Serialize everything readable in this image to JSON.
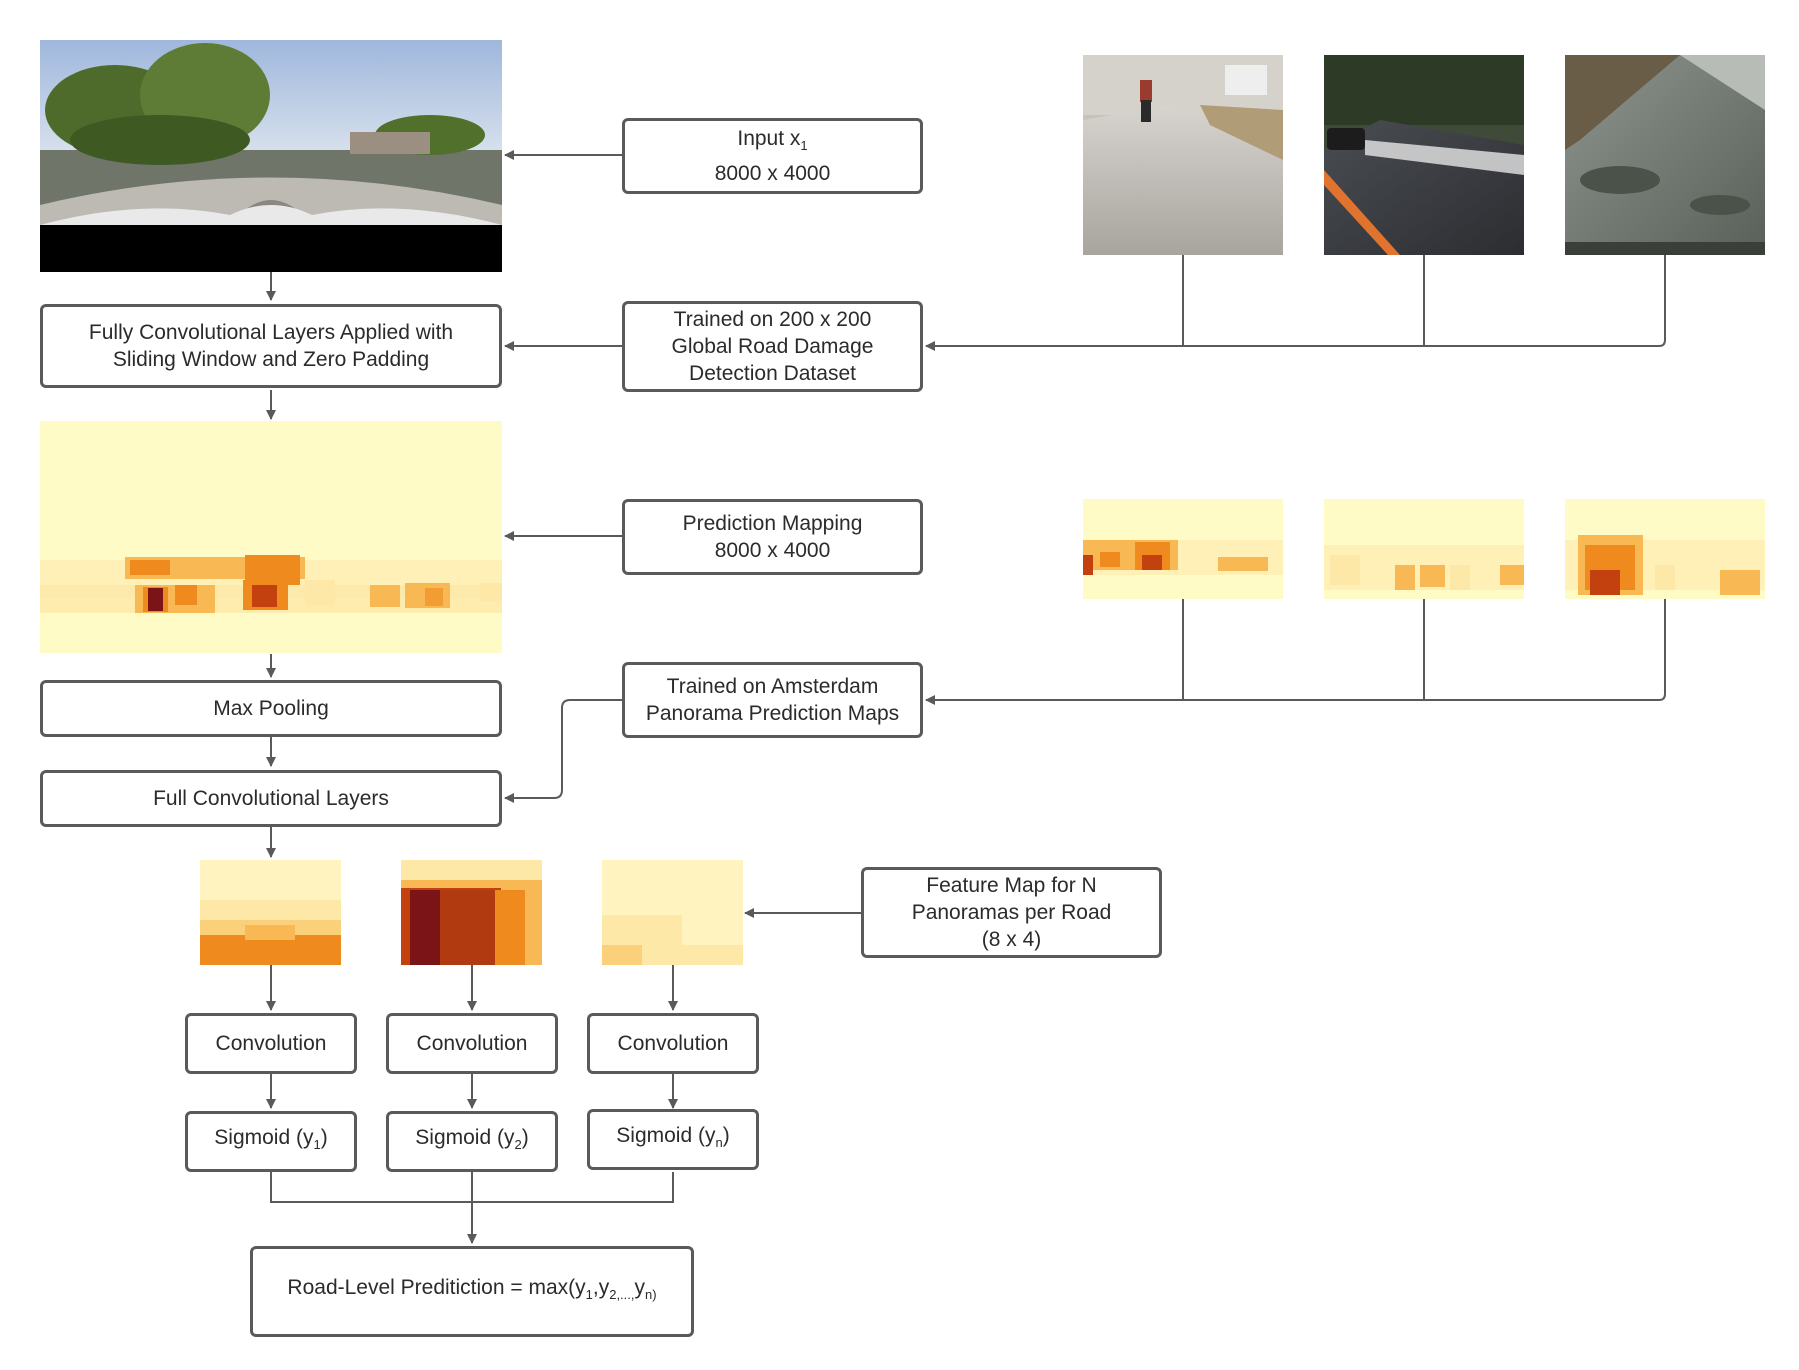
{
  "nodes": {
    "input": {
      "title": "Input x",
      "sub": "1",
      "size": "8000 x 4000"
    },
    "fcl_sliding": {
      "line1": "Fully Convolutional Layers Applied with",
      "line2": "Sliding Window and Zero Padding"
    },
    "trained_global": {
      "line1": "Trained on 200 x 200",
      "line2": "Global Road Damage",
      "line3": "Detection Dataset"
    },
    "prediction_mapping": {
      "line1": "Prediction Mapping",
      "line2": "8000 x 4000"
    },
    "max_pooling": {
      "label": "Max Pooling"
    },
    "trained_amsterdam": {
      "line1": "Trained on Amsterdam",
      "line2": "Panorama Prediction Maps"
    },
    "full_conv": {
      "label": "Full Convolutional Layers"
    },
    "feature_map": {
      "line1": "Feature Map for N",
      "line2": "Panoramas per Road",
      "line3": "(8 x 4)"
    },
    "convolutions": [
      "Convolution",
      "Convolution",
      "Convolution"
    ],
    "sigmoids": [
      {
        "label": "Sigmoid (y",
        "sub": "1",
        "close": ")"
      },
      {
        "label": "Sigmoid (y",
        "sub": "2",
        "close": ")"
      },
      {
        "label": "Sigmoid (y",
        "sub": "n",
        "close": ")"
      }
    ],
    "road_level": {
      "label": "Road-Level Preditiction = max(y",
      "sub1": "1",
      "sep1": ",y",
      "sub2": "2,...,",
      "sep2": "y",
      "sub3": "n)"
    }
  },
  "colors": {
    "border": "#5a5a5a",
    "arrow": "#5a5a5a",
    "heat_bg": "#fffbc6",
    "heat_light": "#fde8a8",
    "heat_mid": "#f8b955",
    "heat_orange": "#ee8a1e",
    "heat_dark": "#c2410e",
    "heat_darkest": "#7a1416"
  }
}
